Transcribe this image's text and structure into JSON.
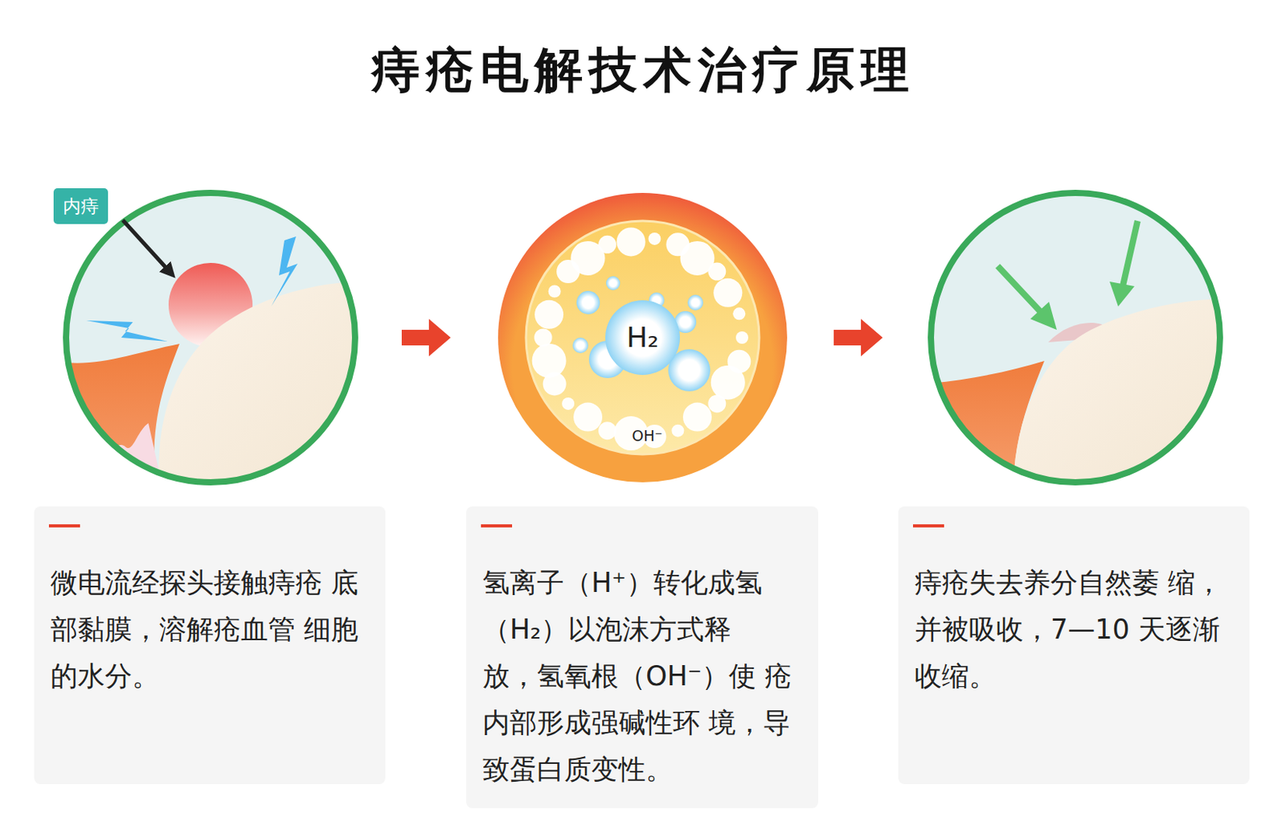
{
  "diagram": {
    "title": "痔疮电解技术治疗原理",
    "nodes": [
      {
        "text": [
          "内痔"
        ]
      },
      {
        "text": [
          "微电流经探头接触痔疮 底部黏膜，溶解疮血管 细胞的水分。"
        ]
      },
      {
        "text": [
          "氢离子（H⁺）转化成氢 （H₂）以泡沫方式释 放，氢氧根（OH⁻）使 疮内部形成强碱性环 境，导致蛋白质变性。"
        ]
      },
      {
        "text": [
          "痔疮失去养分自然萎 缩，并被吸收，7—10 天逐渐收缩。"
        ]
      }
    ],
    "labels": [
      "H₂",
      "OH⁻"
    ]
  }
}
